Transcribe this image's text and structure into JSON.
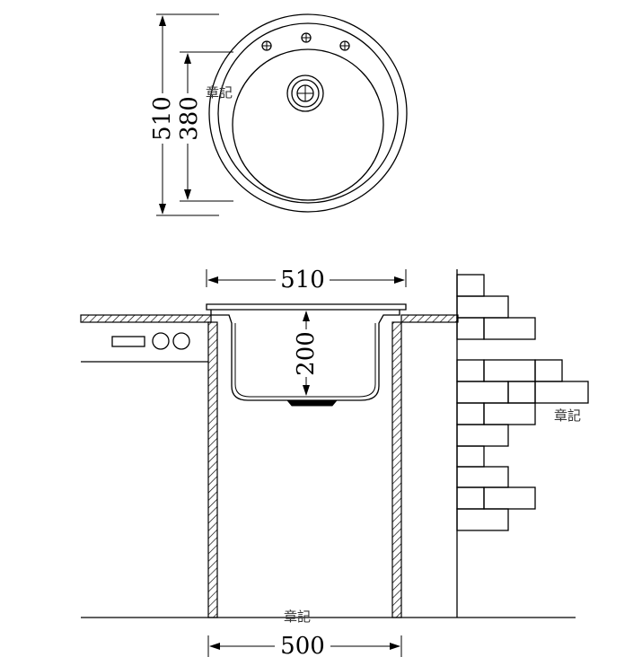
{
  "top_view": {
    "outer_diameter_label": "510",
    "inner_diameter_label": "380"
  },
  "section_view": {
    "top_width_label": "510",
    "depth_label": "200",
    "cabinet_width_label": "500"
  },
  "watermarks": [
    "章記",
    "章記",
    "章記"
  ]
}
